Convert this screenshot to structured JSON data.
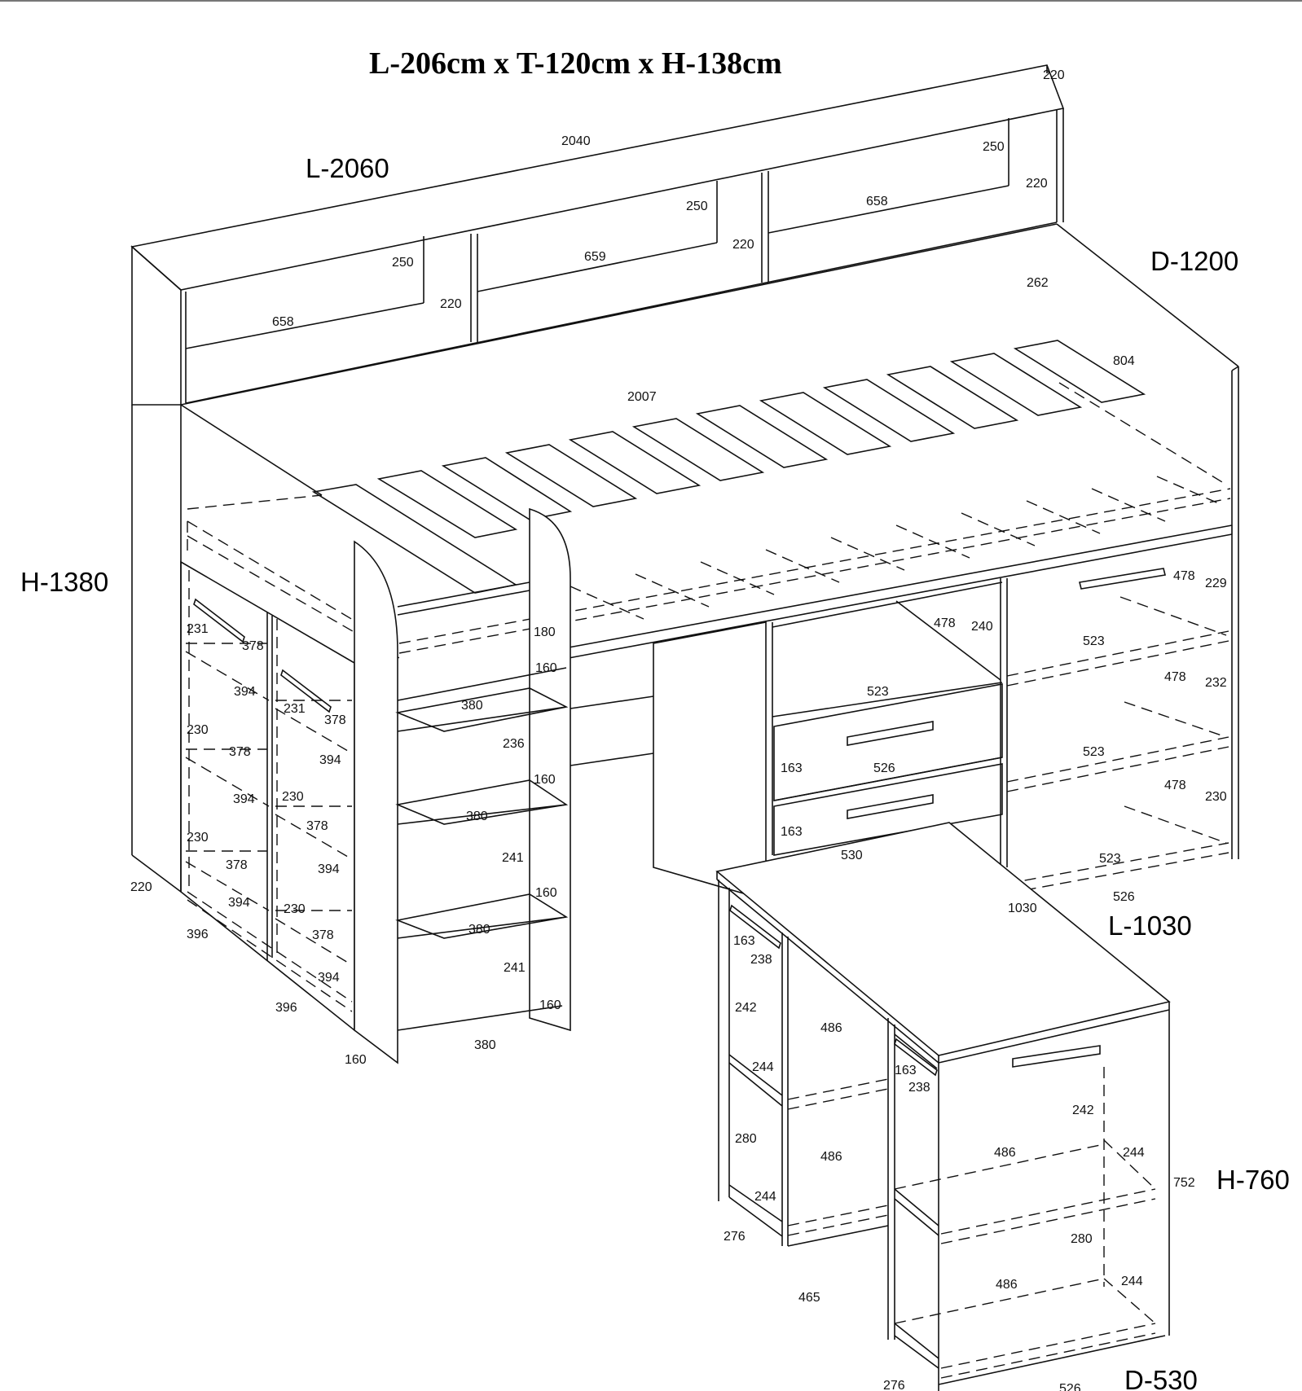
{
  "title": "L-206cm x T-120cm x H-138cm",
  "overall": {
    "length": "L-2060",
    "depth": "D-1200",
    "height": "H-1380"
  },
  "desk": {
    "length": "L-1030",
    "depth": "D-530",
    "height": "H-760"
  },
  "dimensions": {
    "d2040": "2040",
    "d220a": "220",
    "d250a": "250",
    "d220b": "220",
    "d658a": "658",
    "d250b": "250",
    "d220c": "220",
    "d659": "659",
    "d250c": "250",
    "d220d": "220",
    "d658b": "658",
    "d262": "262",
    "d804": "804",
    "d2007": "2007",
    "d231a": "231",
    "d378a": "378",
    "d394a": "394",
    "d230a": "230",
    "d378b": "378",
    "d394b": "394",
    "d230b": "230",
    "d378c": "378",
    "d394c": "394",
    "d220e": "220",
    "d396a": "396",
    "d231b": "231",
    "d378d": "378",
    "d394d": "394",
    "d230c": "230",
    "d378e": "378",
    "d394e": "394",
    "d230d": "230",
    "d378f": "378",
    "d394f": "394",
    "d396b": "396",
    "d160a": "160",
    "d180": "180",
    "d160b": "160",
    "d380a": "380",
    "d236": "236",
    "d160c": "160",
    "d380b": "380",
    "d241a": "241",
    "d160d": "160",
    "d380c": "380",
    "d241b": "241",
    "d160e": "160",
    "d380d": "380",
    "d478a": "478",
    "d240": "240",
    "d523a": "523",
    "d163a": "163",
    "d526a": "526",
    "d163b": "163",
    "d530": "530",
    "d478b": "478",
    "d229": "229",
    "d523b": "523",
    "d478c": "478",
    "d232": "232",
    "d523c": "523",
    "d478d": "478",
    "d230e": "230",
    "d523d": "523",
    "d526b": "526",
    "d1030": "1030",
    "d163c": "163",
    "d238a": "238",
    "d242a": "242",
    "d486a": "486",
    "d244a": "244",
    "d280a": "280",
    "d486b": "486",
    "d244b": "244",
    "d276a": "276",
    "d465": "465",
    "d163d": "163",
    "d238b": "238",
    "d242b": "242",
    "d486c": "486",
    "d244c": "244",
    "d752": "752",
    "d280b": "280",
    "d486d": "486",
    "d244d": "244",
    "d276b": "276",
    "d526c": "526"
  }
}
